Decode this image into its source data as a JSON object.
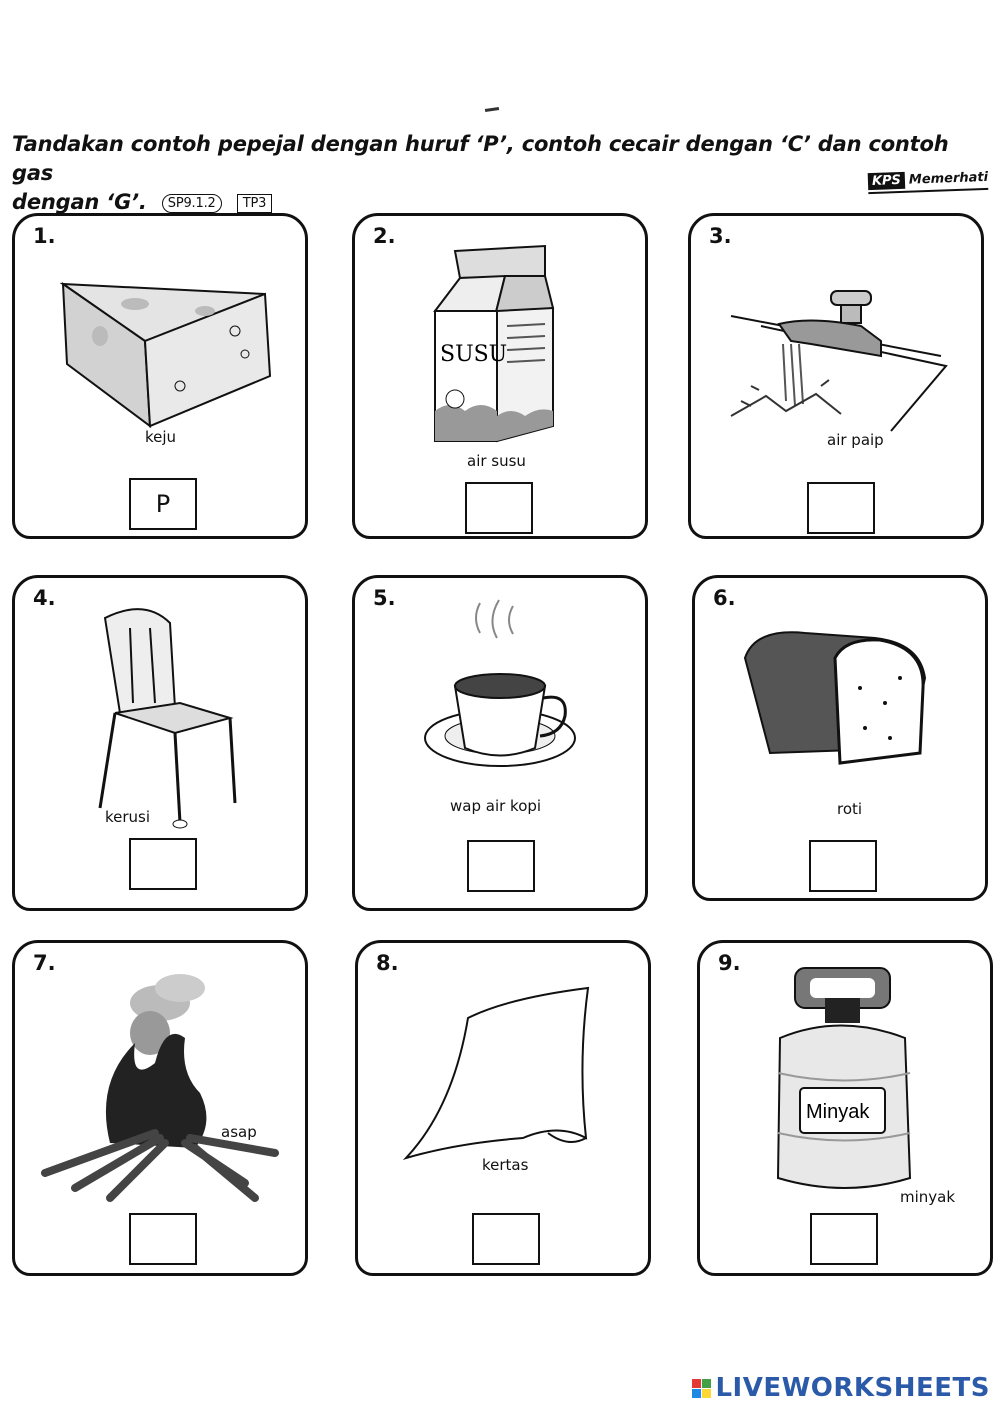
{
  "instruction": {
    "line1": "Tandakan contoh pepejal dengan huruf ‘P’, contoh cecair dengan ‘C’ dan contoh gas",
    "line2": "dengan ‘G’.",
    "code_oval": "SP9.1.2",
    "code_box": "TP3"
  },
  "kps": {
    "tag": "KPS",
    "label": "Memerhati"
  },
  "items": [
    {
      "num": "1.",
      "label": "keju",
      "answer": "P"
    },
    {
      "num": "2.",
      "label": "air susu",
      "answer": "",
      "carton_text": "SUSU"
    },
    {
      "num": "3.",
      "label": "air paip",
      "answer": ""
    },
    {
      "num": "4.",
      "label": "kerusi",
      "answer": ""
    },
    {
      "num": "5.",
      "label": "wap air kopi",
      "answer": ""
    },
    {
      "num": "6.",
      "label": "roti",
      "answer": ""
    },
    {
      "num": "7.",
      "label": "asap",
      "answer": ""
    },
    {
      "num": "8.",
      "label": "kertas",
      "answer": ""
    },
    {
      "num": "9.",
      "label": "minyak",
      "answer": "",
      "bottle_text": "Minyak"
    }
  ],
  "footer": {
    "brand": "LIVEWORKSHEETS"
  }
}
